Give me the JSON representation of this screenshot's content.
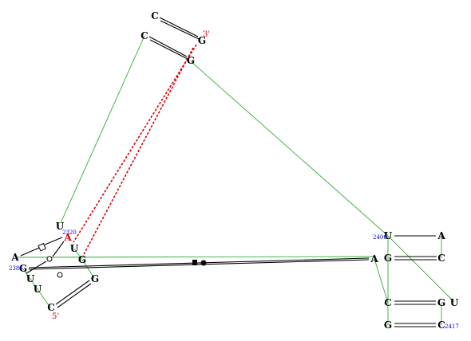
{
  "colors": {
    "nucleotide": "#000000",
    "highlight_nucleotide": "#dd0000",
    "number": "#0000cc",
    "prime_label": "#dd0000",
    "backbone": "#33aa33",
    "tertiary": "#dd0000",
    "pair": "#000000"
  },
  "nucleotides": [
    {
      "id": "n1",
      "letter": "C"
    },
    {
      "id": "n2",
      "letter": "C"
    },
    {
      "id": "n3",
      "letter": "G"
    },
    {
      "id": "n4",
      "letter": "G"
    },
    {
      "id": "n5",
      "letter": "U"
    },
    {
      "id": "n6",
      "letter": "A",
      "highlight": true
    },
    {
      "id": "n7",
      "letter": "U"
    },
    {
      "id": "n8",
      "letter": "G"
    },
    {
      "id": "n9",
      "letter": "A"
    },
    {
      "id": "n10",
      "letter": "G"
    },
    {
      "id": "n11",
      "letter": "U"
    },
    {
      "id": "n12",
      "letter": "U"
    },
    {
      "id": "n13",
      "letter": "G"
    },
    {
      "id": "n14",
      "letter": "C"
    },
    {
      "id": "n15",
      "letter": "U"
    },
    {
      "id": "n16",
      "letter": "A"
    },
    {
      "id": "n17",
      "letter": "A"
    },
    {
      "id": "n18",
      "letter": "G"
    },
    {
      "id": "n19",
      "letter": "C"
    },
    {
      "id": "n20",
      "letter": "C"
    },
    {
      "id": "n21",
      "letter": "G"
    },
    {
      "id": "n22",
      "letter": "U"
    },
    {
      "id": "n23",
      "letter": "G"
    },
    {
      "id": "n24",
      "letter": "C"
    }
  ],
  "numbers": [
    {
      "id": "num1",
      "text": "2320"
    },
    {
      "id": "num2",
      "text": "2386"
    },
    {
      "id": "num3",
      "text": "2406"
    },
    {
      "id": "num4",
      "text": "2417"
    }
  ],
  "prime_labels": [
    {
      "id": "p1",
      "text": "3'"
    },
    {
      "id": "p2",
      "text": "5'"
    }
  ]
}
